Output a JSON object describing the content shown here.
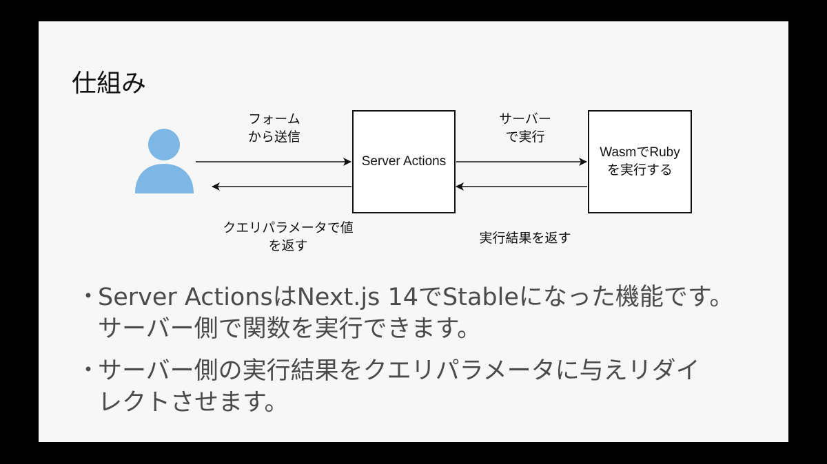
{
  "slide": {
    "title": "仕組み"
  },
  "diagram": {
    "nodes": {
      "user": {
        "icon": "user-icon",
        "color": "#7db7e6"
      },
      "server_actions": {
        "label": "Server Actions"
      },
      "wasm": {
        "line1": "WasmでRuby",
        "line2": "を実行する"
      }
    },
    "edges": {
      "form_submit": {
        "line1": "フォーム",
        "line2": "から送信"
      },
      "return_query": {
        "line1": "クエリパラメータで値",
        "line2": "を返す"
      },
      "server_exec": {
        "line1": "サーバー",
        "line2": "で実行"
      },
      "return_result": {
        "line1": "実行結果を返す"
      }
    }
  },
  "bullets": [
    {
      "marker": "・",
      "line1": "Server ActionsはNext.js 14でStableになった機能です。",
      "line2": "サーバー側で関数を実行できます。"
    },
    {
      "marker": "・",
      "line1": "サーバー側の実行結果をクエリパラメータに与えリダイ",
      "line2": "レクトさせます。"
    }
  ],
  "colors": {
    "background": "#000000",
    "slide": "#f7f7f7",
    "text": "#111111",
    "bullet_text": "#4a4a4a",
    "user_icon": "#7db7e6"
  }
}
